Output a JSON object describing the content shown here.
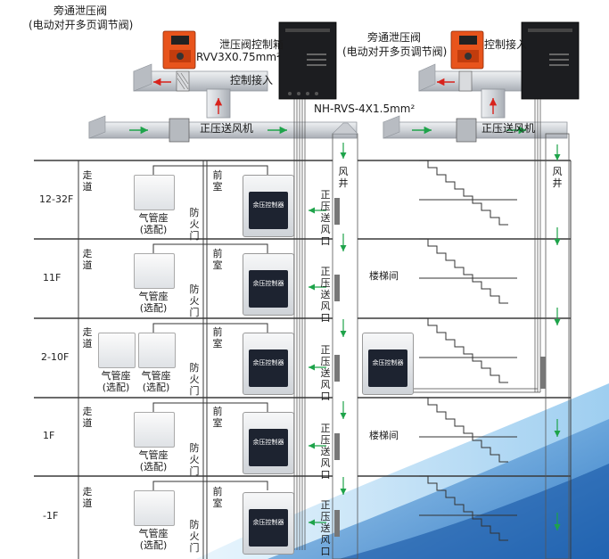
{
  "labels": {
    "bypass_valve_left": "旁通泄压阀",
    "bypass_valve_left_sub": "(电动对开多页调节阀)",
    "valve_control_box": "泄压阀控制箱",
    "cable_rvv": "RVV3X0.75mm²",
    "control_access_left": "控制接入",
    "cable_nh": "NH-RVS-4X1.5mm²",
    "fan_left": "正压送风机",
    "bypass_valve_right": "旁通泄压阀",
    "bypass_valve_right_sub": "(电动对开多页调节阀)",
    "control_access_right": "控制接入",
    "fan_right": "正压送风机",
    "air_shaft": "风井",
    "stairwell": "楼梯间",
    "corridor": "走道",
    "anteroom": "前室",
    "fire_door": "防火门",
    "pressure_outlet": "正压送风口",
    "pipe_socket": "气管座",
    "optional": "(选配)",
    "controller_title": "余压控制器"
  },
  "floors": [
    "12-32F",
    "11F",
    "2-10F",
    "1F",
    "-1F"
  ],
  "colors": {
    "duct": "#c9ccd1",
    "duct_dark": "#9ea3aa",
    "arrow_green": "#1ea34a",
    "arrow_red": "#d8231c",
    "valve_orange": "#e8541c",
    "box_black": "#1c1d20",
    "floor_line": "#3a3a3a",
    "wave_blue": "#1f72c4"
  }
}
